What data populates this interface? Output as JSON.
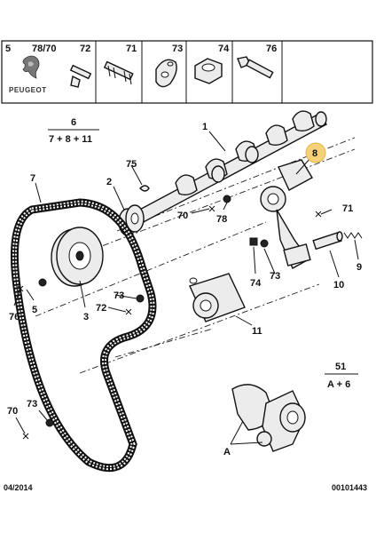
{
  "header_parts": {
    "p5": "5",
    "p78_70": "78/70",
    "p72": "72",
    "p71": "71",
    "p73": "73",
    "p74": "74",
    "p76": "76"
  },
  "brand": "PEUGEOT",
  "groups": {
    "g6": {
      "top": "6",
      "bottom": "7 + 8 + 11"
    },
    "g51": {
      "top": "51",
      "bottom": "A + 6"
    }
  },
  "callouts": {
    "c1": "1",
    "c2": "2",
    "c3": "3",
    "c5": "5",
    "c7": "7",
    "c8": "8",
    "c9": "9",
    "c10": "10",
    "c11": "11",
    "c70a": "70",
    "c70b": "70",
    "c71": "71",
    "c72": "72",
    "c73a": "73",
    "c73b": "73",
    "c73c": "73",
    "c74": "74",
    "c75": "75",
    "c76": "76",
    "c78": "78",
    "cA": "A"
  },
  "footer": {
    "date": "04/2014",
    "code": "00101443"
  },
  "colors": {
    "highlight": "#f5d27a",
    "ink": "#111111"
  }
}
